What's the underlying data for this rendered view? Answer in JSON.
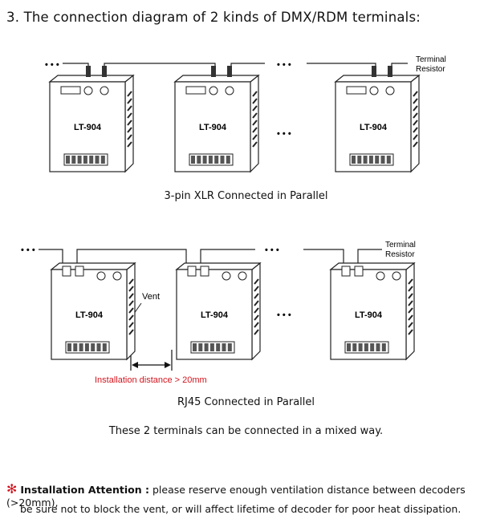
{
  "heading": "3. The connection diagram of 2 kinds of DMX/RDM terminals:",
  "device_label": "LT-904",
  "ellipsis": "• • •",
  "xlr": {
    "caption": "3-pin XLR Connected in Parallel",
    "terminal_resistor": [
      "Terminal",
      "Resistor"
    ]
  },
  "rj45": {
    "caption": "RJ45 Connected in Parallel",
    "terminal_resistor": [
      "Terminal",
      "Resistor"
    ],
    "vent_label": "Vent",
    "distance_label": "Installation distance > 20mm"
  },
  "mixed_note": "These 2 terminals can be connected in a mixed way.",
  "attention": {
    "symbol": "✻",
    "title": "Installation Attention :",
    "line1": " please reserve enough ventilation distance between decoders (>20mm),",
    "line2": "be sure not to block the vent, or will affect lifetime of decoder for poor heat dissipation."
  },
  "colors": {
    "accent_red": "#d2141e",
    "line": "#222222"
  }
}
